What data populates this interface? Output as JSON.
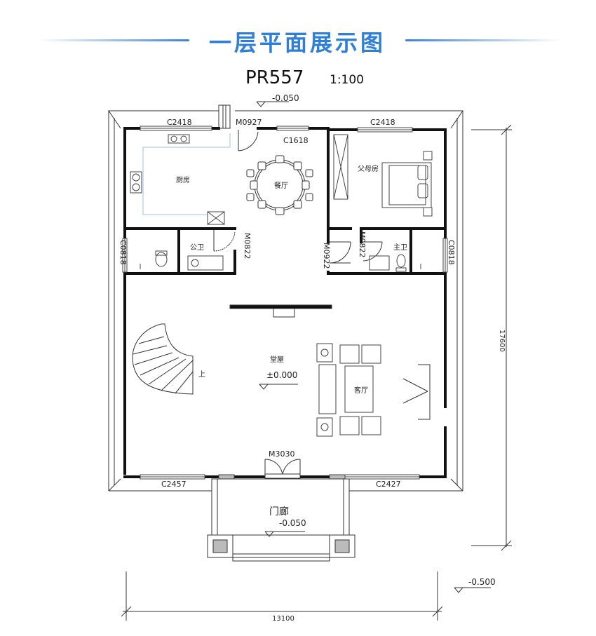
{
  "header": {
    "title": "一层平面展示图",
    "code": "PR557",
    "scale": "1:100"
  },
  "levels": {
    "entry_top": "-0.050",
    "hall": "±0.000",
    "porch": "-0.050",
    "ground": "-0.500"
  },
  "rooms": {
    "kitchen": "厨房",
    "dining": "餐厅",
    "parents": "父母房",
    "public_bath": "公卫",
    "master_bath": "主卫",
    "hall": "堂屋",
    "living": "客厅",
    "porch": "门廊",
    "stair_up": "上"
  },
  "labels": {
    "c2418_left": "C2418",
    "m0927": "M0927",
    "c1618": "C1618",
    "c2418_right": "C2418",
    "c0818_left": "C0818",
    "m0822_left": "M0822",
    "m0922": "M0922",
    "m0822_right": "M0822",
    "c0818_right": "C0818",
    "m3030": "M3030",
    "c2457": "C2457",
    "c2427": "C2427"
  },
  "dimensions": {
    "width": "13100",
    "depth": "17600"
  }
}
